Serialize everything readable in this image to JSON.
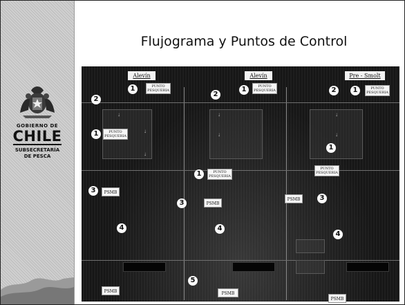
{
  "title": "Flujograma y Puntos de Control",
  "sidebar": {
    "logo_top": "GOBIERNO DE",
    "logo_country": "CHILE",
    "logo_sub_line1": "SUBSECRETARÍA",
    "logo_sub_line2": "DE PESCA"
  },
  "diagram": {
    "column_headers": [
      "Alevín",
      "Alevín",
      "Pre - Smolt"
    ],
    "boxes": [
      "PUNTO PESQUERIA",
      "PUNTO PESQUERIA",
      "PUNTO PESQUERIA",
      "PUNTO PESQUERIA",
      "PUNTO PESQUERIA",
      "PUNTO PESQUERIA",
      "PSMB",
      "PSMB",
      "PSMB",
      "PSMB",
      "PSMB",
      "PSMB"
    ],
    "markers": [
      "1",
      "2",
      "1",
      "2",
      "1",
      "2",
      "1",
      "1",
      "1",
      "3",
      "3",
      "3",
      "4",
      "4",
      "4",
      "5"
    ]
  },
  "colors": {
    "panel": "#1a1a1a",
    "box": "#f5f5f5",
    "marker": "#fafafa"
  }
}
